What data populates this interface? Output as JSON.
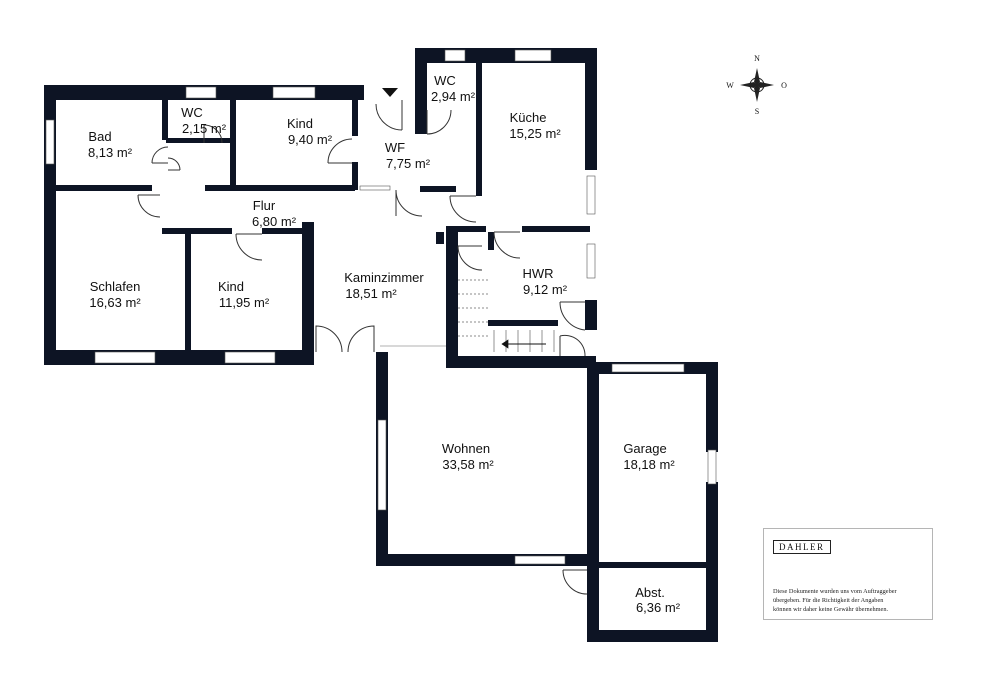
{
  "rooms": [
    {
      "id": "bad",
      "name": "Bad",
      "area": "8,13 m²"
    },
    {
      "id": "wc1",
      "name": "WC",
      "area": "2,15 m²"
    },
    {
      "id": "kind1",
      "name": "Kind",
      "area": "9,40 m²"
    },
    {
      "id": "wf",
      "name": "WF",
      "area": "7,75 m²"
    },
    {
      "id": "wc2",
      "name": "WC",
      "area": "2,94 m²"
    },
    {
      "id": "kueche",
      "name": "Küche",
      "area": "15,25 m²"
    },
    {
      "id": "flur",
      "name": "Flur",
      "area": "6,80 m²"
    },
    {
      "id": "schlafen",
      "name": "Schlafen",
      "area": "16,63 m²"
    },
    {
      "id": "kind2",
      "name": "Kind",
      "area": "11,95 m²"
    },
    {
      "id": "kaminzimmer",
      "name": "Kaminzimmer",
      "area": "18,51 m²"
    },
    {
      "id": "hwr",
      "name": "HWR",
      "area": "9,12 m²"
    },
    {
      "id": "wohnen",
      "name": "Wohnen",
      "area": "33,58 m²"
    },
    {
      "id": "garage",
      "name": "Garage",
      "area": "18,18 m²"
    },
    {
      "id": "abst",
      "name": "Abst.",
      "area": "6,36 m²"
    }
  ],
  "compass": {
    "north": "N",
    "south": "S",
    "west": "W",
    "east": "O"
  },
  "legend": {
    "brand": "DAHLER",
    "disclaimer": [
      "Diese Dokumente wurden uns vom Auftraggeber",
      "übergeben. Für die Richtigkeit der Angaben",
      "können wir daher keine Gewähr übernehmen."
    ]
  },
  "colors": {
    "wall": "#0d1424",
    "line": "#333333"
  }
}
